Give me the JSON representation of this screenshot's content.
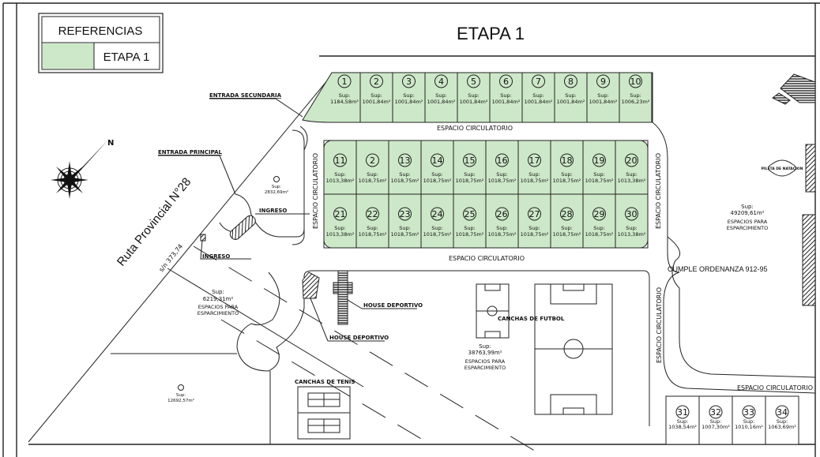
{
  "title": "ETAPA 1",
  "legend": {
    "header": "REFERENCIAS",
    "items": [
      {
        "swatch_color": "#cde8c8",
        "label": "ETAPA 1"
      }
    ]
  },
  "colors": {
    "lot_fill": "#cde8c8",
    "line": "#222222"
  },
  "road": {
    "name": "Ruta Provincial N°28",
    "frontage": "s/n 373,74"
  },
  "labels": {
    "entrada_secundaria": "ENTRADA SECUNDARIA",
    "entrada_principal": "ENTRADA PRINCIPAL",
    "ingreso_1": "INGRESO",
    "ingreso_2": "INGRESO",
    "espacio_circ_top": "ESPACIO CIRCULATORIO",
    "espacio_circ_mid": "ESPACIO CIRCULATORIO",
    "espacio_circ_left": "ESPACIO CIRCULATORIO",
    "espacio_circ_right": "ESPACIO CIRCULATORIO",
    "espacio_circ_east": "ESPACIO CIRCULATORIO",
    "espacio_circ_bottom": "ESPACIO CIRCULATORIO",
    "cumple": "CUMPLE ORDENANZA 912-95",
    "house_deportivo_1": "HOUSE DEPORTIVO",
    "house_deportivo_2": "HOUSE DEPORTIVO",
    "canchas_futbol": "CANCHAS DE FUTBOL",
    "canchas_tenis": "CANCHAS DE TENIS",
    "pileta": "PILETA DE NATACION",
    "north": "N"
  },
  "areas": {
    "green_small": {
      "sup_label": "Sup:",
      "value": "2832,69m²"
    },
    "esparcimiento_west": {
      "sup_label": "Sup:",
      "value": "6219,31m²",
      "desc_1": "ESPACIOS PARA",
      "desc_2": "ESPARCIMIENTO"
    },
    "esparcimiento_center": {
      "sup_label": "Sup:",
      "value": "38763,99m²",
      "desc_1": "ESPACIOS PARA",
      "desc_2": "ESPARCIMIENTO"
    },
    "esparcimiento_east": {
      "sup_label": "Sup:",
      "value": "49209,61m²",
      "desc_1": "ESPACIOS PARA",
      "desc_2": "ESPARCIMIENTO"
    },
    "lot_southwest": {
      "sup_label": "Sup:",
      "value": "12692,57m²"
    }
  },
  "lots_row1": [
    {
      "num": "1",
      "sup": "Sup:",
      "area": "1184,58m²"
    },
    {
      "num": "2",
      "sup": "Sup:",
      "area": "1001,84m²"
    },
    {
      "num": "3",
      "sup": "Sup:",
      "area": "1001,84m²"
    },
    {
      "num": "4",
      "sup": "Sup:",
      "area": "1001,84m²"
    },
    {
      "num": "5",
      "sup": "Sup:",
      "area": "1001,84m²"
    },
    {
      "num": "6",
      "sup": "Sup:",
      "area": "1001,84m²"
    },
    {
      "num": "7",
      "sup": "Sup:",
      "area": "1001,84m²"
    },
    {
      "num": "8",
      "sup": "Sup:",
      "area": "1001,84m²"
    },
    {
      "num": "9",
      "sup": "Sup:",
      "area": "1001,84m²"
    },
    {
      "num": "10",
      "sup": "Sup:",
      "area": "1006,23m²"
    }
  ],
  "lots_row2": [
    {
      "num": "11",
      "sup": "Sup:",
      "area": "1013,38m²"
    },
    {
      "num": "2",
      "sup": "Sup:",
      "area": "1018,75m²"
    },
    {
      "num": "13",
      "sup": "Sup:",
      "area": "1018,75m²"
    },
    {
      "num": "14",
      "sup": "Sup:",
      "area": "1018,75m²"
    },
    {
      "num": "15",
      "sup": "Sup:",
      "area": "1018,75m²"
    },
    {
      "num": "16",
      "sup": "Sup:",
      "area": "1018,75m²"
    },
    {
      "num": "17",
      "sup": "Sup:",
      "area": "1018,75m²"
    },
    {
      "num": "18",
      "sup": "Sup:",
      "area": "1018,75m²"
    },
    {
      "num": "19",
      "sup": "Sup:",
      "area": "1018,75m²"
    },
    {
      "num": "20",
      "sup": "Sup:",
      "area": "1013,38m²"
    }
  ],
  "lots_row3": [
    {
      "num": "21",
      "sup": "Sup:",
      "area": "1013,38m²"
    },
    {
      "num": "22",
      "sup": "Sup:",
      "area": "1018,75m²"
    },
    {
      "num": "23",
      "sup": "Sup:",
      "area": "1018,75m²"
    },
    {
      "num": "24",
      "sup": "Sup:",
      "area": "1018,75m²"
    },
    {
      "num": "25",
      "sup": "Sup:",
      "area": "1018,75m²"
    },
    {
      "num": "26",
      "sup": "Sup:",
      "area": "1018,75m²"
    },
    {
      "num": "27",
      "sup": "Sup:",
      "area": "1018,75m²"
    },
    {
      "num": "28",
      "sup": "Sup:",
      "area": "1018,75m²"
    },
    {
      "num": "29",
      "sup": "Sup:",
      "area": "1018,75m²"
    },
    {
      "num": "30",
      "sup": "Sup:",
      "area": "1013,38m²"
    }
  ],
  "lots_south": [
    {
      "num": "31",
      "sup": "Sup:",
      "area": "1038,54m²"
    },
    {
      "num": "32",
      "sup": "Sup:",
      "area": "1007,30m²"
    },
    {
      "num": "33",
      "sup": "Sup:",
      "area": "1010,16m²"
    },
    {
      "num": "34",
      "sup": "Sup:",
      "area": "1063,69m²"
    }
  ]
}
